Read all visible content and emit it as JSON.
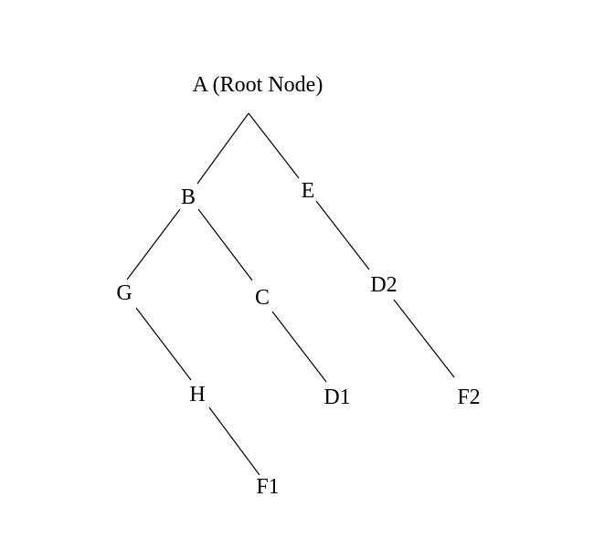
{
  "tree": {
    "nodes": [
      {
        "id": "A",
        "label": "A (Root Node)"
      },
      {
        "id": "B",
        "label": "B"
      },
      {
        "id": "E",
        "label": "E"
      },
      {
        "id": "G",
        "label": "G"
      },
      {
        "id": "C",
        "label": "C"
      },
      {
        "id": "D2",
        "label": "D2"
      },
      {
        "id": "H",
        "label": "H"
      },
      {
        "id": "D1",
        "label": "D1"
      },
      {
        "id": "F2",
        "label": "F2"
      },
      {
        "id": "F1",
        "label": "F1"
      }
    ],
    "edges": [
      {
        "from": "A",
        "to": "B"
      },
      {
        "from": "A",
        "to": "E"
      },
      {
        "from": "B",
        "to": "G"
      },
      {
        "from": "B",
        "to": "C"
      },
      {
        "from": "E",
        "to": "D2"
      },
      {
        "from": "G",
        "to": "H"
      },
      {
        "from": "C",
        "to": "D1"
      },
      {
        "from": "D2",
        "to": "F2"
      },
      {
        "from": "H",
        "to": "F1"
      }
    ]
  },
  "colors": {
    "line": "#000000",
    "text": "#000000",
    "background": "#ffffff"
  }
}
